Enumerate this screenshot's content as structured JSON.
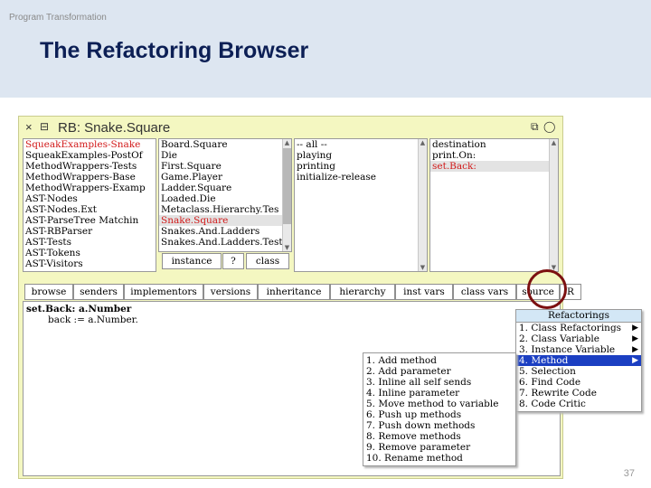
{
  "slide": {
    "course": "Program Transformation",
    "title": "The Refactoring Browser",
    "page_number": "37"
  },
  "window": {
    "title": "RB: Snake.Square",
    "close_icon": "×",
    "menu_icon": "⊟"
  },
  "packages": [
    "SqueakExamples-Snake",
    "SqueakExamples-PostOf",
    "MethodWrappers-Tests",
    "MethodWrappers-Base",
    "MethodWrappers-Examp",
    "AST-Nodes",
    "AST-Nodes.Ext",
    "AST-ParseTree Matchin",
    "AST-RBParser",
    "AST-Tests",
    "AST-Tokens",
    "AST-Visitors"
  ],
  "classes": [
    "Board.Square",
    "Die",
    "First.Square",
    "Game.Player",
    "Ladder.Square",
    "Loaded.Die",
    "Metaclass.Hierarchy.Tes",
    "Snake.Square",
    "Snakes.And.Ladders",
    "Snakes.And.Ladders.Test"
  ],
  "class_toggle": {
    "instance": "instance",
    "help": "?",
    "class": "class"
  },
  "protocols": [
    "-- all --",
    "playing",
    "printing",
    "initialize-release"
  ],
  "methods": [
    "destination",
    "print.On:",
    "set.Back:"
  ],
  "toolbar": [
    "browse",
    "senders",
    "implementors",
    "versions",
    "inheritance",
    "hierarchy",
    "inst vars",
    "class vars",
    "source",
    "R"
  ],
  "code": {
    "signature": "set.Back: a.Number",
    "body": "back := a.Number."
  },
  "refactorings_menu": {
    "title": "Refactorings",
    "items": [
      "1. Class Refactorings",
      "2. Class Variable",
      "3. Instance Variable",
      "4. Method",
      "5. Selection",
      "6. Find Code",
      "7. Rewrite Code",
      "8. Code Critic"
    ],
    "selected": "4. Method"
  },
  "method_menu": {
    "items": [
      "1. Add method",
      "2. Add parameter",
      "3. Inline all self sends",
      "4. Inline parameter",
      "5. Move method to variable",
      "6. Push up methods",
      "7. Push down methods",
      "8. Remove methods",
      "9. Remove parameter",
      "10. Rename method"
    ]
  }
}
